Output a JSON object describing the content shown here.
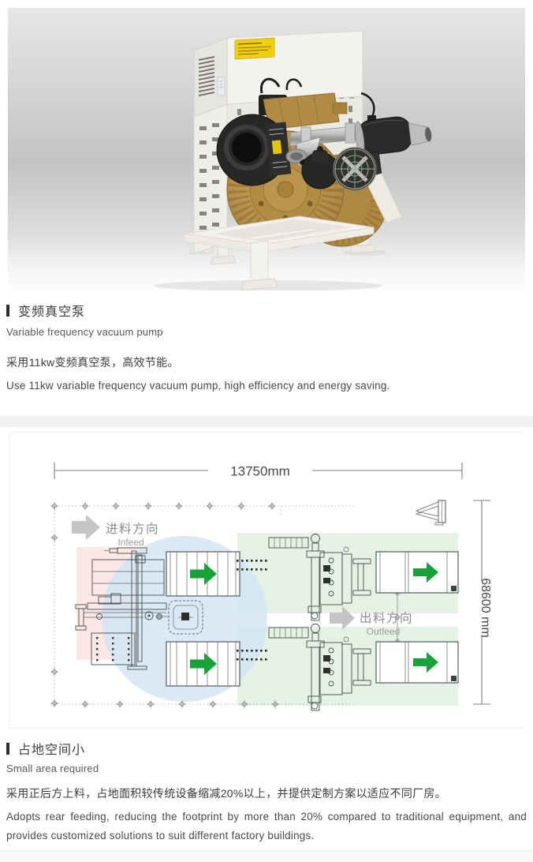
{
  "sections": {
    "pump": {
      "heading_zh": "变频真空泵",
      "heading_en": "Variable frequency vacuum pump",
      "body_zh": "采用11kw变频真空泵，高效节能。",
      "body_en": "Use 11kw variable frequency vacuum pump, high efficiency and energy saving."
    },
    "footprint": {
      "heading_zh": "占地空间小",
      "heading_en": "Small area required",
      "body_zh": "采用正后方上料，占地面积较传统设备缩减20%以上，并提供定制方案以适应不同厂房。",
      "body_en": "Adopts rear feeding, reducing the footprint by more than 20% compared to traditional equipment, and provides customized solutions to suit different factory buildings."
    }
  },
  "diagram": {
    "width_label": "13750mm",
    "height_label": "68600 mm",
    "infeed_zh": "进料方向",
    "infeed_en": "Infeed",
    "outfeed_zh": "出料方向",
    "outfeed_en": "Outfeed"
  },
  "colors": {
    "arrow_green": "#17a339",
    "zone_green": "#e3f2e4",
    "zone_pink": "#fbe7e5",
    "zone_blue": "#d2e4f4",
    "direction_arrow_gray": "#c5c5c5",
    "label_gray": "#8c8c8c"
  }
}
